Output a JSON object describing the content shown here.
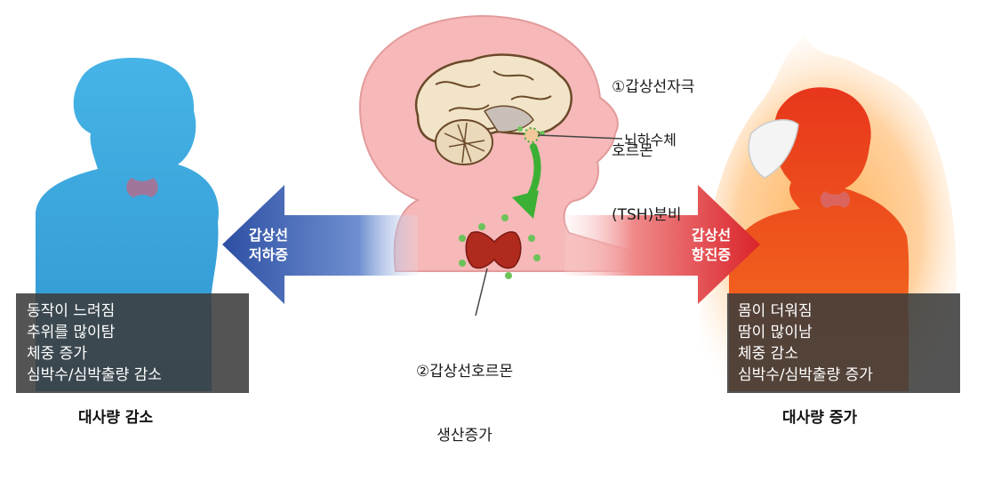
{
  "labels": {
    "tsh": [
      "①갑상선자극",
      "호르몬",
      "(TSH)분비"
    ],
    "pituitary": "뇌하수체",
    "hormone": [
      "②갑상선호르몬",
      "생산증가"
    ]
  },
  "arrows": {
    "left": "갑상선\n저하증",
    "right": "갑상선\n항진증"
  },
  "left_box": {
    "lines": [
      "동작이 느려짐",
      "추위를 많이탐",
      "체중 증가",
      "심박수/심박출량 감소"
    ]
  },
  "right_box": {
    "lines": [
      "몸이 더워짐",
      "땀이 많이남",
      "체중 감소",
      "심박수/심박출량 증가"
    ]
  },
  "captions": {
    "left": "대사량 감소",
    "right": "대사량 증가"
  },
  "colors": {
    "hypo_figure": "#3fa9df",
    "hyper_figure": "#ef4a22",
    "center_figure": "#f6b8b8",
    "hypo_arrow": "#2d4fa3",
    "hyper_arrow": "#d9232a",
    "thyroid": "#b02a1d",
    "signal_arrow": "#3cb034"
  }
}
